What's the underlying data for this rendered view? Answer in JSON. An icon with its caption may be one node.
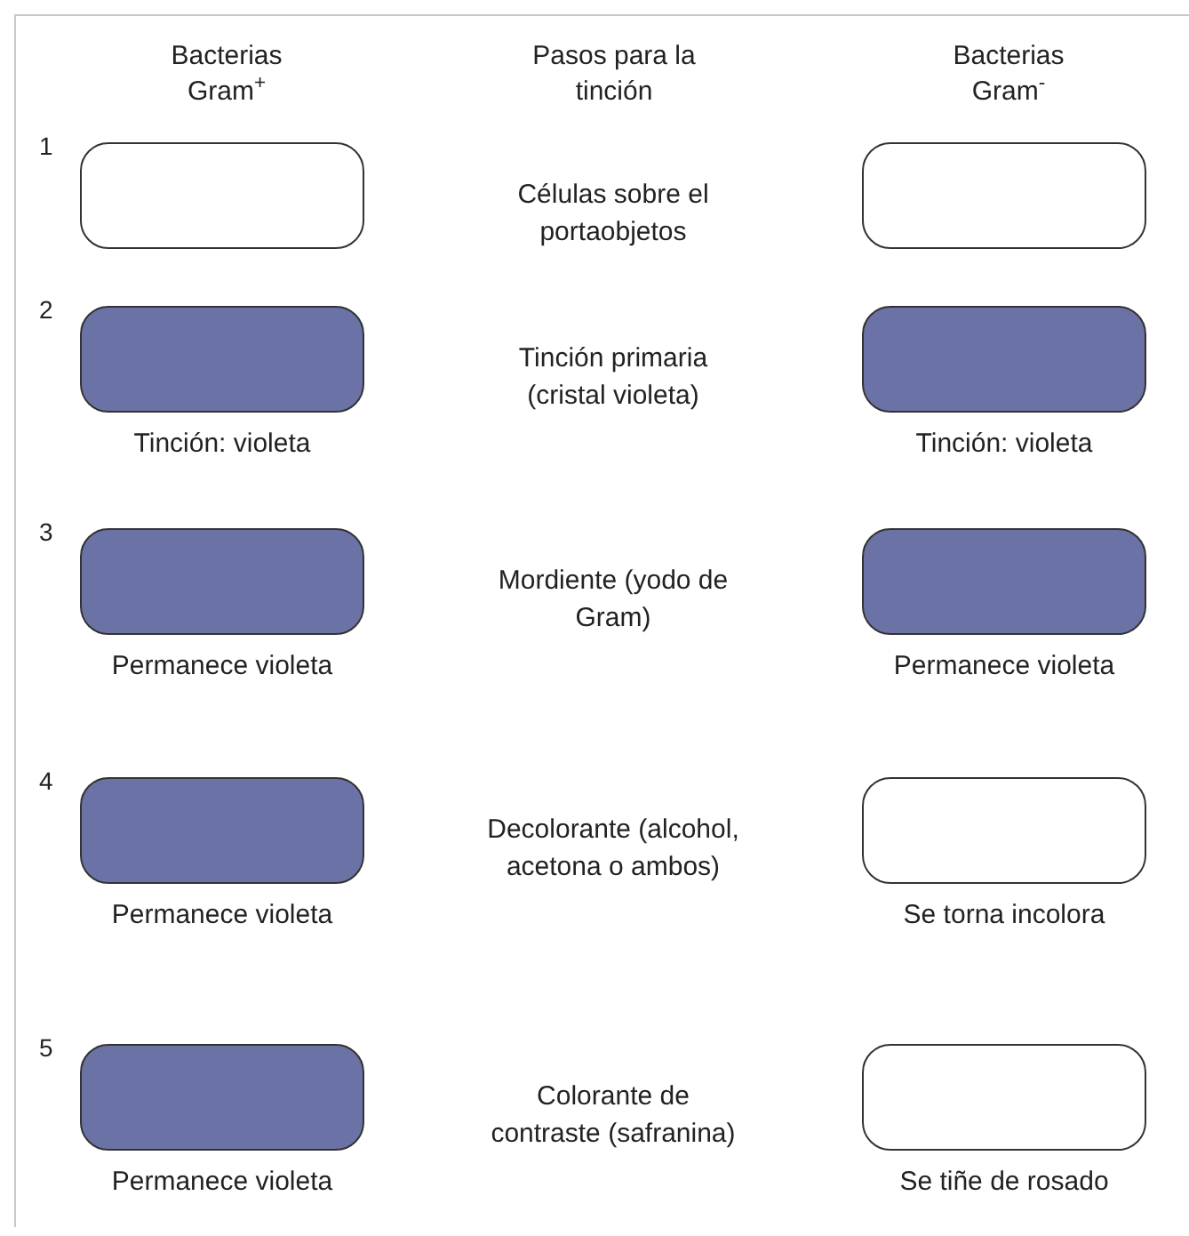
{
  "diagram": {
    "nodes": [
      {
        "text": [],
        "shape": "box"
      },
      {
        "text": [],
        "shape": "box"
      },
      {
        "text": [],
        "shape": "box",
        "beside": [
          "Tinción: violeta"
        ]
      },
      {
        "text": [],
        "shape": "box",
        "beside": [
          "Tinción: violeta"
        ]
      },
      {
        "text": [],
        "shape": "box",
        "beside": [
          "Permanece violeta"
        ]
      },
      {
        "text": [],
        "shape": "box",
        "beside": [
          "Permanece violeta"
        ]
      },
      {
        "text": [],
        "shape": "box",
        "beside": [
          "Permanece violeta"
        ]
      },
      {
        "text": [],
        "shape": "box",
        "beside": [
          "Se torna incolora"
        ]
      },
      {
        "text": [],
        "shape": "box",
        "beside": [
          "Permanece violeta"
        ]
      },
      {
        "text": [],
        "shape": "box",
        "beside": [
          "Se tiñe de rosado"
        ]
      }
    ],
    "labels": [
      "Bacterias Gram$^{+}$",
      "Pasos para la tinción",
      "Bacterias Gram$^{-}$",
      "1",
      "Células sobre el portaobjetos",
      "2",
      "Tinción primaria (cristal violeta)",
      "3",
      "Mordiente (yodo de Gram)",
      "4",
      "Decolorante (alcohol, acetona o ambos)",
      "5",
      "Colorante de contraste (safranina)"
    ]
  }
}
